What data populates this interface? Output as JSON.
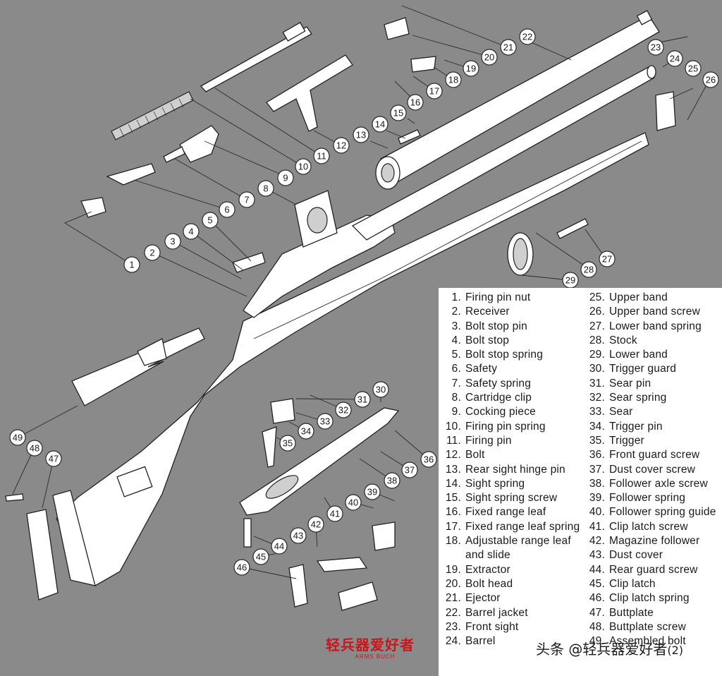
{
  "legend": [
    {
      "num": "1.",
      "name": "Firing pin nut"
    },
    {
      "num": "2.",
      "name": "Receiver"
    },
    {
      "num": "3.",
      "name": "Bolt stop pin"
    },
    {
      "num": "4.",
      "name": "Bolt stop"
    },
    {
      "num": "5.",
      "name": "Bolt stop spring"
    },
    {
      "num": "6.",
      "name": "Safety"
    },
    {
      "num": "7.",
      "name": "Safety spring"
    },
    {
      "num": "8.",
      "name": "Cartridge clip"
    },
    {
      "num": "9.",
      "name": "Cocking piece"
    },
    {
      "num": "10.",
      "name": "Firing pin spring"
    },
    {
      "num": "11.",
      "name": "Firing pin"
    },
    {
      "num": "12.",
      "name": "Bolt"
    },
    {
      "num": "13.",
      "name": "Rear sight hinge pin"
    },
    {
      "num": "14.",
      "name": "Sight spring"
    },
    {
      "num": "15.",
      "name": "Sight spring screw"
    },
    {
      "num": "16.",
      "name": "Fixed range leaf"
    },
    {
      "num": "17.",
      "name": "Fixed range leaf spring"
    },
    {
      "num": "18.",
      "name": "Adjustable range leaf and slide"
    },
    {
      "num": "19.",
      "name": "Extractor"
    },
    {
      "num": "20.",
      "name": "Bolt head"
    },
    {
      "num": "21.",
      "name": "Ejector"
    },
    {
      "num": "22.",
      "name": "Barrel jacket"
    },
    {
      "num": "23.",
      "name": "Front sight"
    },
    {
      "num": "24.",
      "name": "Barrel"
    },
    {
      "num": "25.",
      "name": "Upper band"
    },
    {
      "num": "26.",
      "name": "Upper band screw"
    },
    {
      "num": "27.",
      "name": "Lower band spring"
    },
    {
      "num": "28.",
      "name": "Stock"
    },
    {
      "num": "29.",
      "name": "Lower band"
    },
    {
      "num": "30.",
      "name": "Trigger guard"
    },
    {
      "num": "31.",
      "name": "Sear pin"
    },
    {
      "num": "32.",
      "name": "Sear spring"
    },
    {
      "num": "33.",
      "name": "Sear"
    },
    {
      "num": "34.",
      "name": "Trigger pin"
    },
    {
      "num": "35.",
      "name": "Trigger"
    },
    {
      "num": "36.",
      "name": "Front guard screw"
    },
    {
      "num": "37.",
      "name": "Dust cover screw"
    },
    {
      "num": "38.",
      "name": "Follower axle screw"
    },
    {
      "num": "39.",
      "name": "Follower spring"
    },
    {
      "num": "40.",
      "name": "Follower spring guide"
    },
    {
      "num": "41.",
      "name": "Clip latch screw"
    },
    {
      "num": "42.",
      "name": "Magazine follower"
    },
    {
      "num": "43.",
      "name": "Dust cover"
    },
    {
      "num": "44.",
      "name": "Rear guard screw"
    },
    {
      "num": "45.",
      "name": "Clip latch"
    },
    {
      "num": "46.",
      "name": "Clip latch spring"
    },
    {
      "num": "47.",
      "name": "Buttplate"
    },
    {
      "num": "48.",
      "name": "Buttplate screw"
    },
    {
      "num": "49.",
      "name": "Assembled bolt"
    }
  ],
  "callouts": [
    {
      "label": "1"
    },
    {
      "label": "2"
    },
    {
      "label": "3"
    },
    {
      "label": "4"
    },
    {
      "label": "5"
    },
    {
      "label": "6"
    },
    {
      "label": "7"
    },
    {
      "label": "8"
    },
    {
      "label": "9"
    },
    {
      "label": "10"
    },
    {
      "label": "11"
    },
    {
      "label": "12"
    },
    {
      "label": "13"
    },
    {
      "label": "14"
    },
    {
      "label": "15"
    },
    {
      "label": "16"
    },
    {
      "label": "17"
    },
    {
      "label": "18"
    },
    {
      "label": "19"
    },
    {
      "label": "20"
    },
    {
      "label": "21"
    },
    {
      "label": "22"
    },
    {
      "label": "23"
    },
    {
      "label": "24"
    },
    {
      "label": "25"
    },
    {
      "label": "26"
    },
    {
      "label": "27"
    },
    {
      "label": "28"
    },
    {
      "label": "29"
    },
    {
      "label": "30"
    },
    {
      "label": "31"
    },
    {
      "label": "32"
    },
    {
      "label": "33"
    },
    {
      "label": "34"
    },
    {
      "label": "35"
    },
    {
      "label": "36"
    },
    {
      "label": "37"
    },
    {
      "label": "38"
    },
    {
      "label": "39"
    },
    {
      "label": "40"
    },
    {
      "label": "41"
    },
    {
      "label": "42"
    },
    {
      "label": "43"
    },
    {
      "label": "44"
    },
    {
      "label": "45"
    },
    {
      "label": "46"
    },
    {
      "label": "47"
    },
    {
      "label": "48"
    },
    {
      "label": "49"
    }
  ],
  "watermark": {
    "main": "轻兵器爱好者",
    "sub": "ARMS BUCH"
  },
  "source": {
    "text": "头条 @轻兵器爱好者",
    "page": "(2)"
  },
  "colors": {
    "background": "#8a8a8a",
    "watermark": "#c8161d",
    "parts": "#ffffff"
  }
}
